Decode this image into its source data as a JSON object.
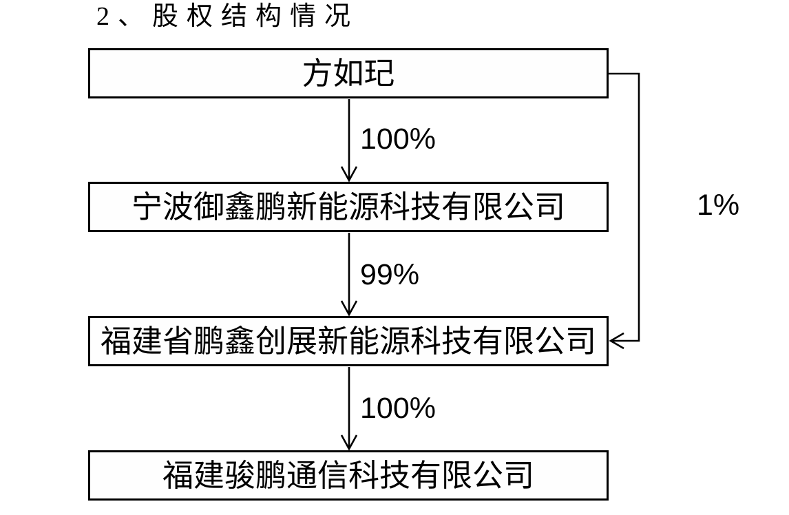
{
  "title": "2、股权结构情况",
  "diagram": {
    "nodes": [
      {
        "label": "方如玘",
        "type": "person"
      },
      {
        "label": "宁波御鑫鹏新能源科技有限公司",
        "type": "company"
      },
      {
        "label": "福建省鹏鑫创展新能源科技有限公司",
        "type": "company"
      },
      {
        "label": "福建骏鹏通信科技有限公司",
        "type": "company"
      }
    ],
    "edges": [
      {
        "from": "方如玘",
        "to": "宁波御鑫鹏新能源科技有限公司",
        "label": "100%",
        "route": "straight-down"
      },
      {
        "from": "宁波御鑫鹏新能源科技有限公司",
        "to": "福建省鹏鑫创展新能源科技有限公司",
        "label": "99%",
        "route": "straight-down"
      },
      {
        "from": "福建省鹏鑫创展新能源科技有限公司",
        "to": "福建骏鹏通信科技有限公司",
        "label": "100%",
        "route": "straight-down"
      },
      {
        "from": "方如玘",
        "to": "福建省鹏鑫创展新能源科技有限公司",
        "label": "1%",
        "route": "right-side-bypass"
      }
    ],
    "colors": {
      "line": "#000000",
      "box_border": "#000000",
      "box_fill": "#ffffff",
      "text": "#000000",
      "background": "#ffffff"
    }
  }
}
